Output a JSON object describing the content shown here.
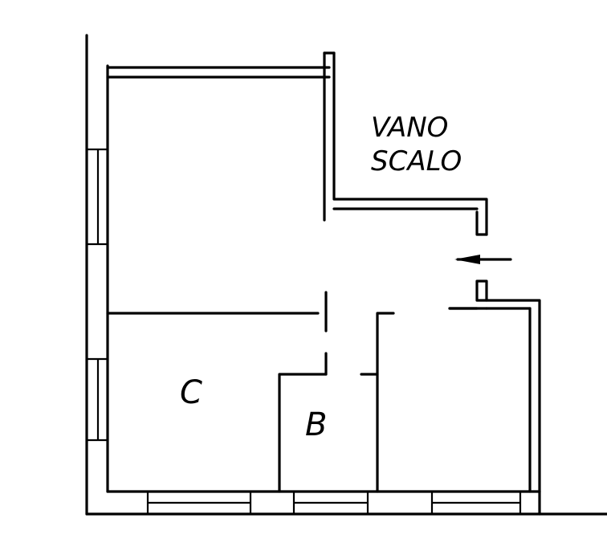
{
  "plan": {
    "labels": {
      "stair": [
        "VANO",
        "SCALO"
      ],
      "room_c": "C",
      "room_b": "B"
    },
    "stroke_color": "#000000",
    "background": "#ffffff"
  }
}
